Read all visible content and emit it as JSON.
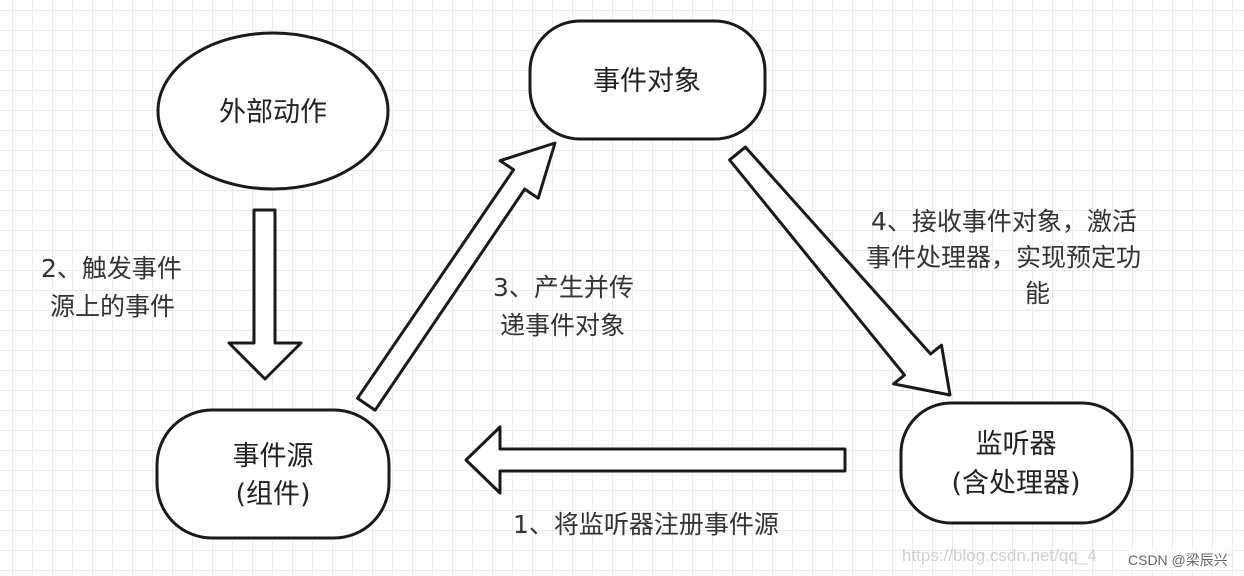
{
  "nodes": {
    "external_action": "外部动作",
    "event_object": "事件对象",
    "event_source": [
      "事件源",
      "(组件)"
    ],
    "listener": [
      "监听器",
      "(含处理器)"
    ]
  },
  "edges": {
    "trigger": [
      "2、触发事件",
      "源上的事件"
    ],
    "generate": [
      "3、产生并传",
      "递事件对象"
    ],
    "activate": [
      "4、接收事件对象，激活",
      "事件处理器，实现预定功",
      "能"
    ],
    "register": [
      "1、将监听器注册事件源"
    ]
  },
  "watermark": "https://blog.csdn.net/qq_4",
  "brand": "CSDN @梁辰兴"
}
